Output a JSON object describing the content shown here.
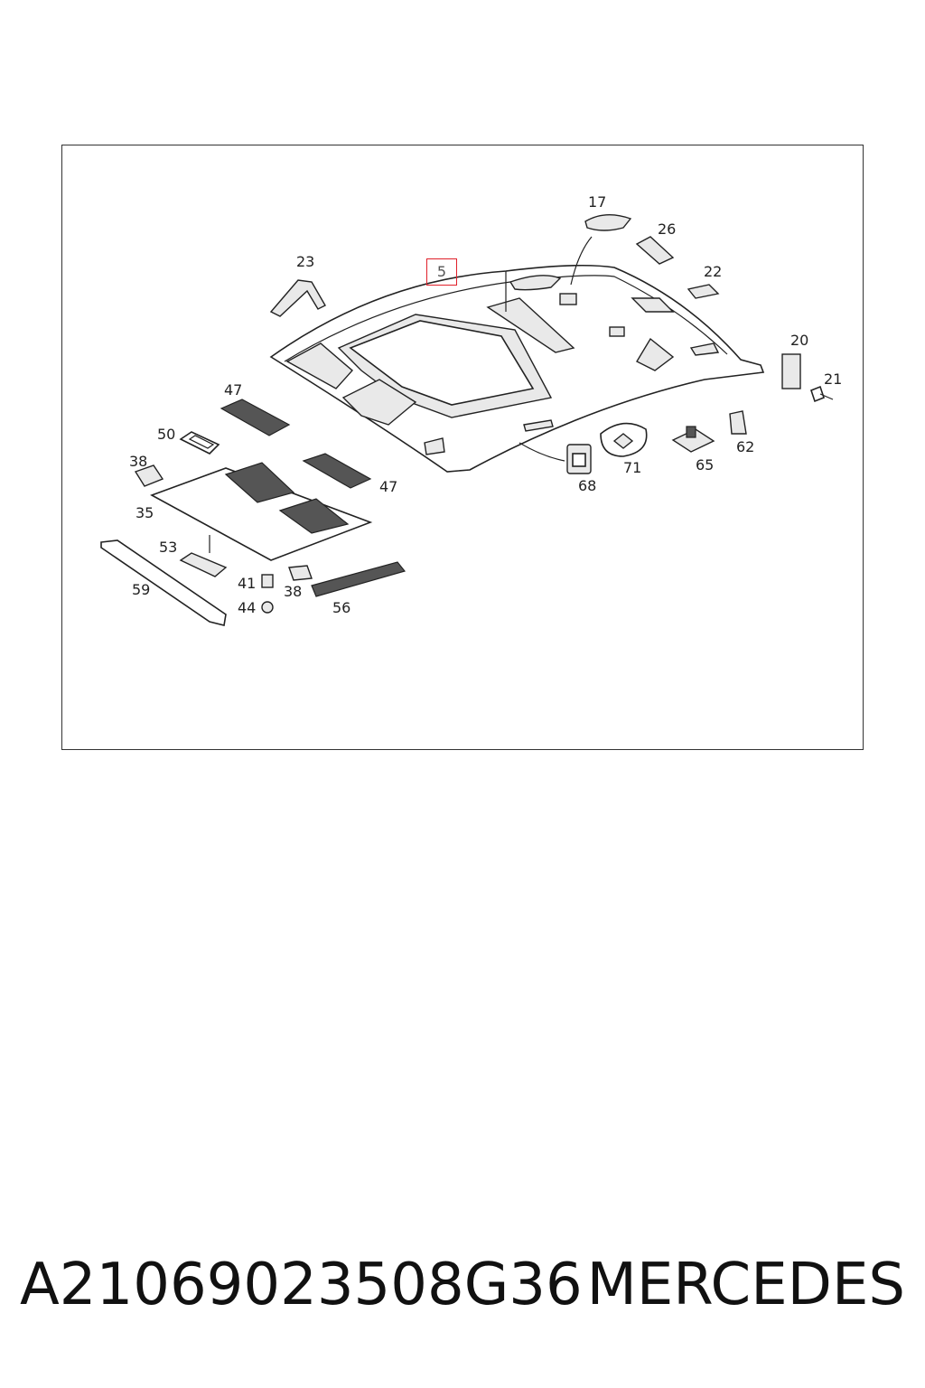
{
  "diagram": {
    "callouts": [
      {
        "id": "5",
        "label": "5",
        "highlighted": true
      },
      {
        "id": "17",
        "label": "17"
      },
      {
        "id": "26",
        "label": "26"
      },
      {
        "id": "22",
        "label": "22"
      },
      {
        "id": "23",
        "label": "23"
      },
      {
        "id": "20",
        "label": "20"
      },
      {
        "id": "21",
        "label": "21"
      },
      {
        "id": "47a",
        "label": "47"
      },
      {
        "id": "50",
        "label": "50"
      },
      {
        "id": "38a",
        "label": "38"
      },
      {
        "id": "35",
        "label": "35"
      },
      {
        "id": "47b",
        "label": "47"
      },
      {
        "id": "53",
        "label": "53"
      },
      {
        "id": "59",
        "label": "59"
      },
      {
        "id": "41",
        "label": "41"
      },
      {
        "id": "44",
        "label": "44"
      },
      {
        "id": "38b",
        "label": "38"
      },
      {
        "id": "56",
        "label": "56"
      },
      {
        "id": "68",
        "label": "68"
      },
      {
        "id": "71",
        "label": "71"
      },
      {
        "id": "65",
        "label": "65"
      },
      {
        "id": "62",
        "label": "62"
      }
    ],
    "highlight_color": "#e0202a"
  },
  "footer": {
    "part_number": "A21069023508G36",
    "brand": "MERCEDES"
  }
}
